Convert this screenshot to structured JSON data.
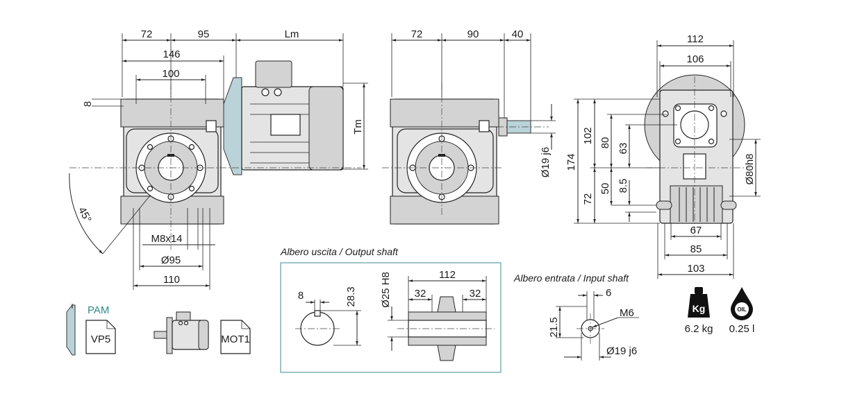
{
  "dims": {
    "d72a": "72",
    "d95": "95",
    "lm": "Lm",
    "d146": "146",
    "d100": "100",
    "d8a": "8",
    "tm": "Tm",
    "deg45": "45°",
    "m8x14": "M8x14",
    "d95b": "Ø95",
    "d110": "110",
    "d72b": "72",
    "d90": "90",
    "d40": "40",
    "d19j6a": "Ø19 j6",
    "d112a": "112",
    "d106": "106",
    "d174": "174",
    "d102": "102",
    "d80": "80",
    "d63": "63",
    "d72c": "72",
    "d50": "50",
    "d8_5": "8.5",
    "d80h8": "Ø80h8",
    "d67": "67",
    "d85": "85",
    "d103": "103",
    "os8": "8",
    "os28_3": "28.3",
    "os25h8": "Ø25 H8",
    "os112": "112",
    "os32a": "32",
    "os32b": "32",
    "is6": "6",
    "isM6": "M6",
    "is21_5": "21.5",
    "is19j6": "Ø19 j6"
  },
  "captions": {
    "output_shaft": "Albero uscita / Output shaft",
    "input_shaft": "Albero entrata / Input shaft"
  },
  "options": {
    "pam_label": "PAM",
    "vp5": "VP5",
    "mot1": "MOT1"
  },
  "specs": {
    "weight_icon_label": "Kg",
    "weight": "6.2 kg",
    "oil_icon_label": "OIL",
    "oil": "0.25 l"
  },
  "colors": {
    "frame_teal": "#5b9ea0",
    "flange_blue": "#b9d3d8",
    "pam_text": "#2f8a8c"
  }
}
